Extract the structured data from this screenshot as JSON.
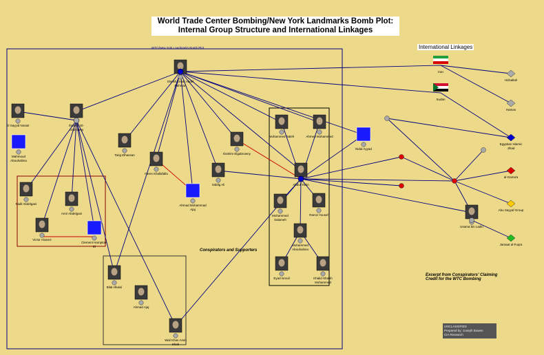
{
  "title": {
    "line1": "World Trade Center Bombing/New York Landmarks Bomb Plot:",
    "line2": "Internal Group Structure and International Linkages"
  },
  "international_label": "International Linkages",
  "panels": {
    "main": "WTC/New York Landmarks Bomb Plot",
    "conspirators": "Conspirators and Supporters",
    "excerpt": "Excerpt from Conspirators' Claiming Credit for the WTC Bombing"
  },
  "legend": {
    "lines": [
      "UNCLASSIFIED",
      "Prepared by: Joseph Bowen",
      "CIA Research"
    ]
  },
  "colors": {
    "background": "#ecd98a",
    "edge": "#000080",
    "edge_red": "#cc0000",
    "box_outer": "#000080",
    "box_red": "#8b0000",
    "box_dark": "#333333",
    "node_blue": "#0000cc",
    "node_red": "#dd0000",
    "node_gray": "#aaaaaa",
    "node_green": "#22bb22",
    "node_yellow": "#ffcc00"
  },
  "nodes": [
    {
      "id": "n1",
      "kind": "photo",
      "label": "Sheikh Omar Abdel Rahman"
    },
    {
      "id": "n2",
      "kind": "photo",
      "label": "El Sayyid Nosair"
    },
    {
      "id": "n3",
      "kind": "photo",
      "label": "Ibrahim El-Gabrowny"
    },
    {
      "id": "n4",
      "kind": "wtc",
      "label": "Mahmoud Abouhalima"
    },
    {
      "id": "n5",
      "kind": "photo",
      "label": "Tarig Elhassan"
    },
    {
      "id": "n6",
      "kind": "photo",
      "label": "Fares Khallafalla"
    },
    {
      "id": "n7",
      "kind": "photo",
      "label": "Fadil Abdelgani"
    },
    {
      "id": "n8",
      "kind": "photo",
      "label": "Amir Abdelgani"
    },
    {
      "id": "n9",
      "kind": "photo",
      "label": "Victor Alvarez"
    },
    {
      "id": "n10",
      "kind": "wtc",
      "label": "Clement Hampton-El"
    },
    {
      "id": "n11",
      "kind": "wtc",
      "label": "Ahmad Mohammad Ajaj"
    },
    {
      "id": "n12",
      "kind": "photo",
      "label": "Siddig Ali"
    },
    {
      "id": "n13",
      "kind": "photo",
      "label": "Ibrahim Elgabrowny"
    },
    {
      "id": "n14",
      "kind": "photo",
      "label": "Mohammed Saleh"
    },
    {
      "id": "n15",
      "kind": "photo",
      "label": "Ahmed Mohammed"
    },
    {
      "id": "n16",
      "kind": "photo",
      "label": "Abdul Yasin"
    },
    {
      "id": "n17",
      "kind": "photo",
      "label": "Mohammed Salameh"
    },
    {
      "id": "n18",
      "kind": "photo",
      "label": "Ramzi Yousef"
    },
    {
      "id": "n19",
      "kind": "wtc",
      "label": "Nidal Ayyad"
    },
    {
      "id": "n20",
      "kind": "photo",
      "label": "Mohammed Abouhalima"
    },
    {
      "id": "n21",
      "kind": "photo",
      "label": "Eyad Ismoil"
    },
    {
      "id": "n22",
      "kind": "photo",
      "label": "Khalid Shaikh Mohammed"
    },
    {
      "id": "n23",
      "kind": "photo",
      "label": "Bilal Alkaisi"
    },
    {
      "id": "n24",
      "kind": "photo",
      "label": "Ahmad Ajaj"
    },
    {
      "id": "n25",
      "kind": "photo",
      "label": "Wali Khan Amin Shah"
    },
    {
      "id": "n26",
      "kind": "photo",
      "label": "Usama bin Ladin"
    }
  ],
  "intl_nodes": [
    {
      "id": "i1",
      "label": "Iran"
    },
    {
      "id": "i2",
      "label": "Sudan"
    },
    {
      "id": "i3",
      "label": "Hizballah"
    },
    {
      "id": "i4",
      "label": "Hamas"
    },
    {
      "id": "i5",
      "label": "Egyptian Islamic Jihad"
    },
    {
      "id": "i6",
      "label": "al-Gama'a"
    },
    {
      "id": "i7",
      "label": "Abu Sayyaf Group"
    },
    {
      "id": "i8",
      "label": "Jamaat al-Fuqra"
    }
  ]
}
